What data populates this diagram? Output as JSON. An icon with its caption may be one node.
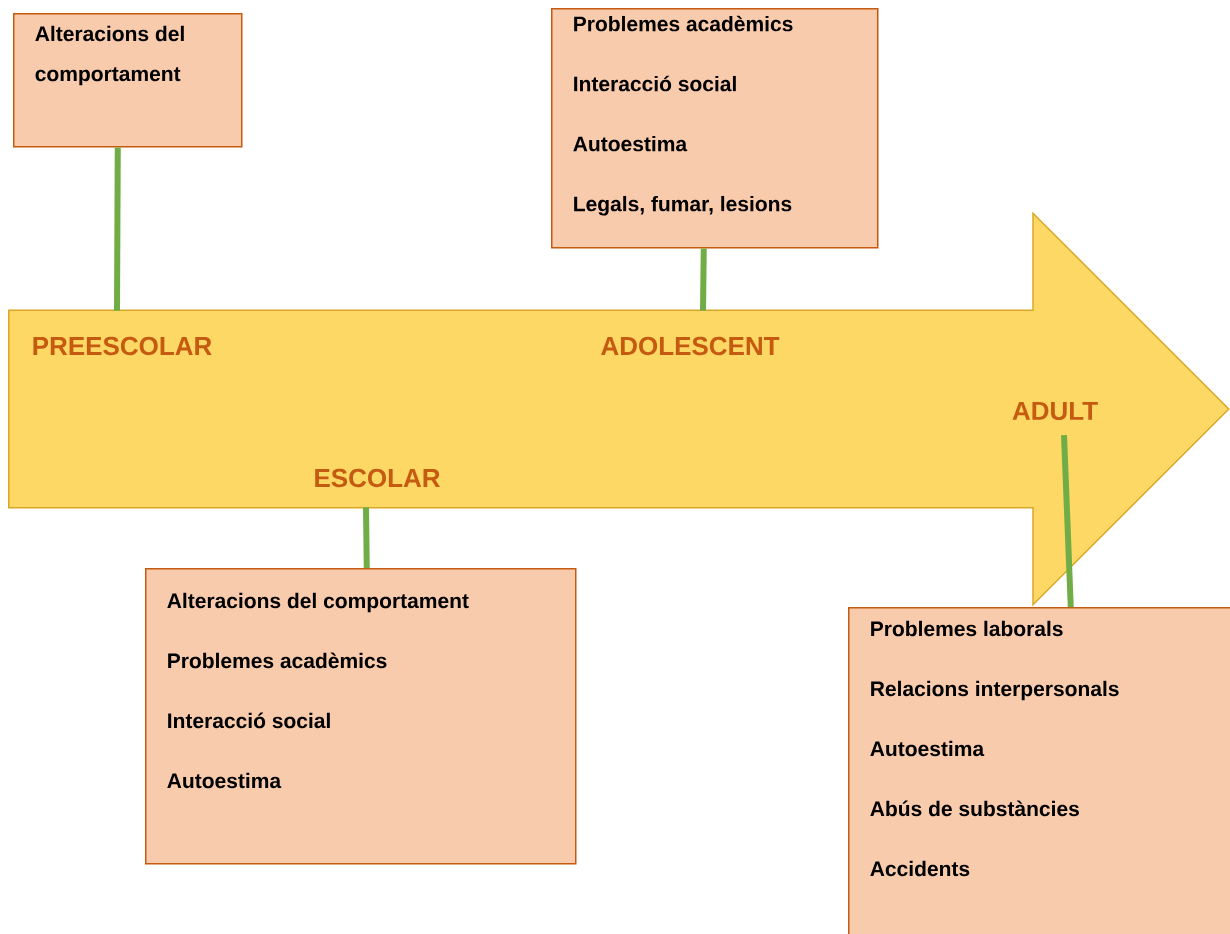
{
  "diagram": {
    "nodes": [
      {
        "text": [
          "Alteracions del comportament"
        ]
      },
      {
        "text": [
          "Problemes acadèmics",
          "Interacció social",
          "Autoestima",
          "Legals, fumar, lesions"
        ]
      },
      {
        "text": [],
        "shape": "arrow"
      },
      {
        "text": [
          "PREESCOLAR"
        ],
        "in": 2
      },
      {
        "text": [
          "ADOLESCENT"
        ],
        "in": 2
      },
      {
        "text": [
          "ADULT"
        ],
        "in": 2
      },
      {
        "text": [
          "ESCOLAR"
        ],
        "in": 2
      },
      {
        "text": [
          "Alteracions del comportament",
          "Problemes acadèmics",
          "Interacció social",
          "Autoestima"
        ]
      },
      {
        "text": [
          "Problemes laborals",
          "Relacions interpersonals",
          "Autoestima",
          "Abús de substàncies",
          "Accidents"
        ]
      }
    ],
    "edges": [
      {
        "from": 0,
        "to": 3,
        "arrow": "none"
      },
      {
        "from": 1,
        "to": 4,
        "arrow": "none"
      },
      {
        "from": 6,
        "to": 7,
        "arrow": "none"
      },
      {
        "from": 5,
        "to": 8,
        "arrow": "none"
      }
    ]
  }
}
